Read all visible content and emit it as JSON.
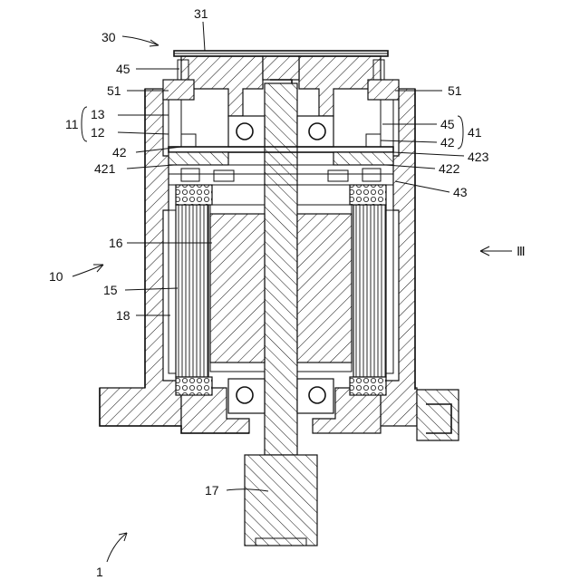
{
  "figure": {
    "labels": {
      "ref_1": "1",
      "ref_10": "10",
      "ref_11": "11",
      "ref_12": "12",
      "ref_13": "13",
      "ref_15": "15",
      "ref_16": "16",
      "ref_17": "17",
      "ref_18": "18",
      "ref_30": "30",
      "ref_31": "31",
      "ref_41": "41",
      "ref_42_left": "42",
      "ref_42_right": "42",
      "ref_43": "43",
      "ref_45_left": "45",
      "ref_45_right": "45",
      "ref_51_left": "51",
      "ref_51_right": "51",
      "ref_421": "421",
      "ref_422": "422",
      "ref_423": "423",
      "view_III": "Ⅲ"
    }
  }
}
